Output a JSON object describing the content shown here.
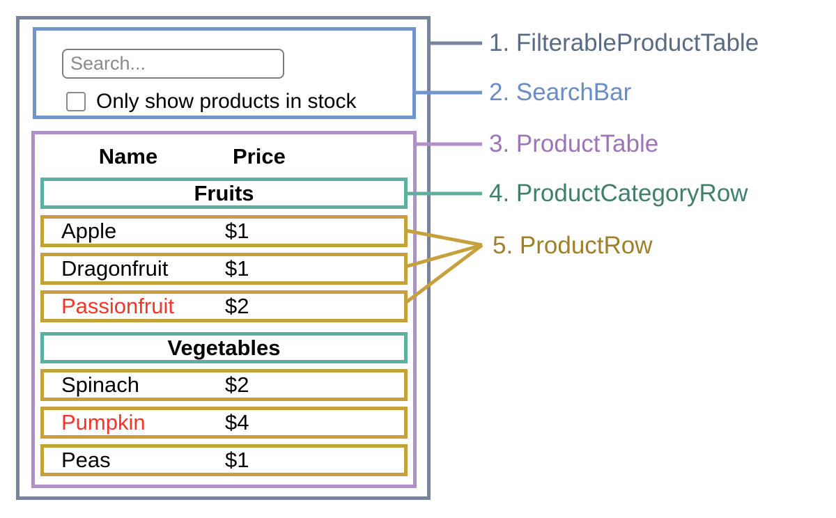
{
  "diagram": {
    "search_bar": {
      "placeholder": "Search...",
      "checkbox_label": "Only show products in stock",
      "checkbox_checked": false
    },
    "product_table": {
      "header": {
        "name": "Name",
        "price": "Price"
      },
      "sections": [
        {
          "category": "Fruits",
          "rows": [
            {
              "name": "Apple",
              "price": "$1",
              "out_of_stock": false
            },
            {
              "name": "Dragonfruit",
              "price": "$1",
              "out_of_stock": false
            },
            {
              "name": "Passionfruit",
              "price": "$2",
              "out_of_stock": true
            }
          ]
        },
        {
          "category": "Vegetables",
          "rows": [
            {
              "name": "Spinach",
              "price": "$2",
              "out_of_stock": false
            },
            {
              "name": "Pumpkin",
              "price": "$4",
              "out_of_stock": true
            },
            {
              "name": "Peas",
              "price": "$1",
              "out_of_stock": false
            }
          ]
        }
      ]
    }
  },
  "legend": {
    "items": [
      {
        "text": "1. FilterableProductTable",
        "component": "FilterableProductTable"
      },
      {
        "text": "2. SearchBar",
        "component": "SearchBar"
      },
      {
        "text": "3. ProductTable",
        "component": "ProductTable"
      },
      {
        "text": "4. ProductCategoryRow",
        "component": "ProductCategoryRow"
      },
      {
        "text": "5. ProductRow",
        "component": "ProductRow"
      }
    ]
  },
  "colors": {
    "filterable-border": "#78849b",
    "filterable-text": "#586b82",
    "search-border": "#6e96cd",
    "search-text": "#698cc6",
    "table-border": "#b18fc9",
    "table-text": "#9d74b6",
    "category-border": "#5fafa0",
    "category-text": "#3f806c",
    "row-border": "#c5a03c",
    "row-text": "#a07f2a",
    "out-of-stock": "#f5352b",
    "input-border": "#7d7d7d",
    "placeholder": "#8a8a8a"
  }
}
